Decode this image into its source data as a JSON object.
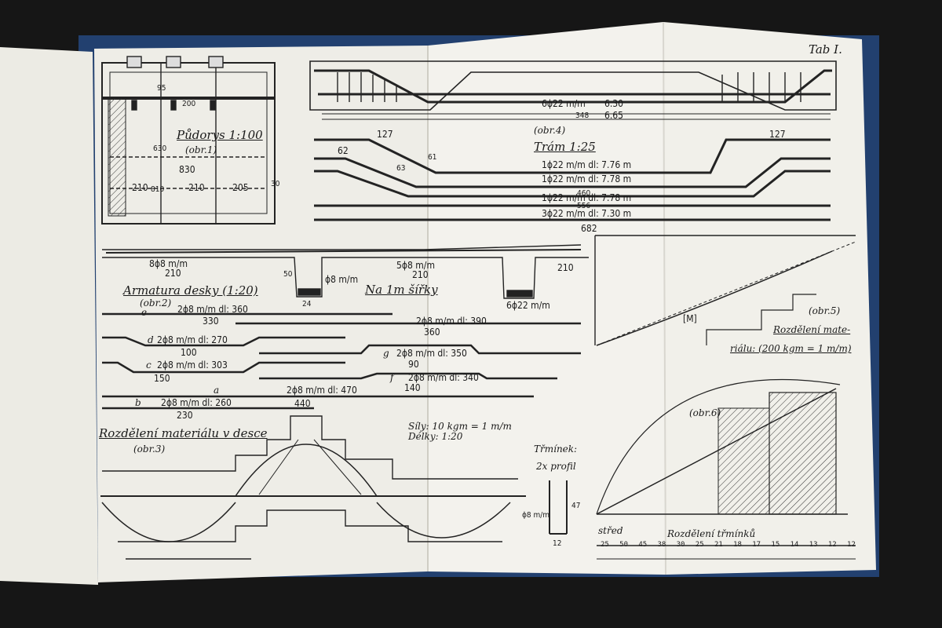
{
  "colors": {
    "background": "#161616",
    "paper": "#f1f0ea",
    "ink": "#1f1f1f",
    "cover": "#23407a"
  },
  "plate": {
    "number": "Tab I."
  },
  "fig1": {
    "title": "Půdorys 1:100",
    "fig_no": "(obr.1)",
    "dims": [
      "830",
      "210",
      "210",
      "205",
      "630",
      "810",
      "30",
      "200",
      "95"
    ]
  },
  "fig2": {
    "title": "Armatura desky (1:20)",
    "fig_no": "(obr.2)",
    "note_width": "Na 1m šířky"
  },
  "fig3": {
    "title": "Rozdělení materiálu v desce",
    "fig_no": "(obr.3)",
    "scale_forces": "Síly: 10 kgm = 1 m/m",
    "scale_lengths": "Délky: 1:20"
  },
  "fig4": {
    "title": "Trám 1:25",
    "fig_no": "(obr.4)"
  },
  "fig5": {
    "title_line1": "Rozdělení mate-",
    "title_line2": "riálu: (200 kgm = 1 m/m)",
    "fig_no": "(obr.5)",
    "moment_label": "[M]"
  },
  "fig6": {
    "fig_no": "(obr.6)",
    "stirrup_label": "Rozdělení třmínků",
    "center_label": "střed",
    "stirrup_title": "Třmínek:",
    "stirrup_profile": "2x profil",
    "stirrup_dia": "ϕ8 m/m",
    "stirrup_dims": [
      "12",
      "47"
    ]
  },
  "beam_bars": [
    {
      "label": "6ϕ22 m/m",
      "dim": "6.30"
    },
    {
      "label": "1ϕ22 m/m dl: 7.76 m",
      "dim": "6.65"
    },
    {
      "label": "1ϕ22 m/m dl: 7.78 m",
      "dim": "348"
    },
    {
      "label": "1ϕ22 m/m dl: 7.78 m",
      "dim": "460"
    },
    {
      "label": "3ϕ22 m/m dl: 7.30 m",
      "dim": "556"
    }
  ],
  "beam_dims": {
    "overall": "682",
    "bend_a": "127",
    "bend_b": "62",
    "bend_c": "63",
    "bend_d": "61"
  },
  "slab_bars": [
    {
      "label": "8ϕ8 m/m",
      "dim": "210"
    },
    {
      "label": "5ϕ8 m/m",
      "dim": "210"
    }
  ],
  "slab_dims": {
    "depth": "50",
    "rib": "24",
    "span": "210",
    "rib_bar": "6ϕ22 m/m",
    "top_bar": "ϕ8 m/m"
  },
  "bar_schedule": [
    {
      "mark": "e",
      "label": "2ϕ8 m/m dl: 360",
      "dim": "330"
    },
    {
      "mark": "",
      "label": "2ϕ8 m/m dl: 390",
      "dim": "360"
    },
    {
      "mark": "d",
      "label": "2ϕ8 m/m dl: 270",
      "dim": "100"
    },
    {
      "mark": "g",
      "label": "2ϕ8 m/m dl: 350",
      "dim": "90"
    },
    {
      "mark": "c",
      "label": "2ϕ8 m/m dl: 303",
      "dim": "150"
    },
    {
      "mark": "f",
      "label": "2ϕ8 m/m dl: 340",
      "dim": "140"
    },
    {
      "mark": "a",
      "label": "2ϕ8 m/m dl: 470",
      "dim": "440"
    },
    {
      "mark": "b",
      "label": "2ϕ8 m/m dl: 260",
      "dim": "230"
    }
  ],
  "stirrup_spacing": [
    "25",
    "50",
    "45",
    "38",
    "30",
    "25",
    "21",
    "18",
    "17",
    "15",
    "14",
    "13",
    "12",
    "12"
  ]
}
